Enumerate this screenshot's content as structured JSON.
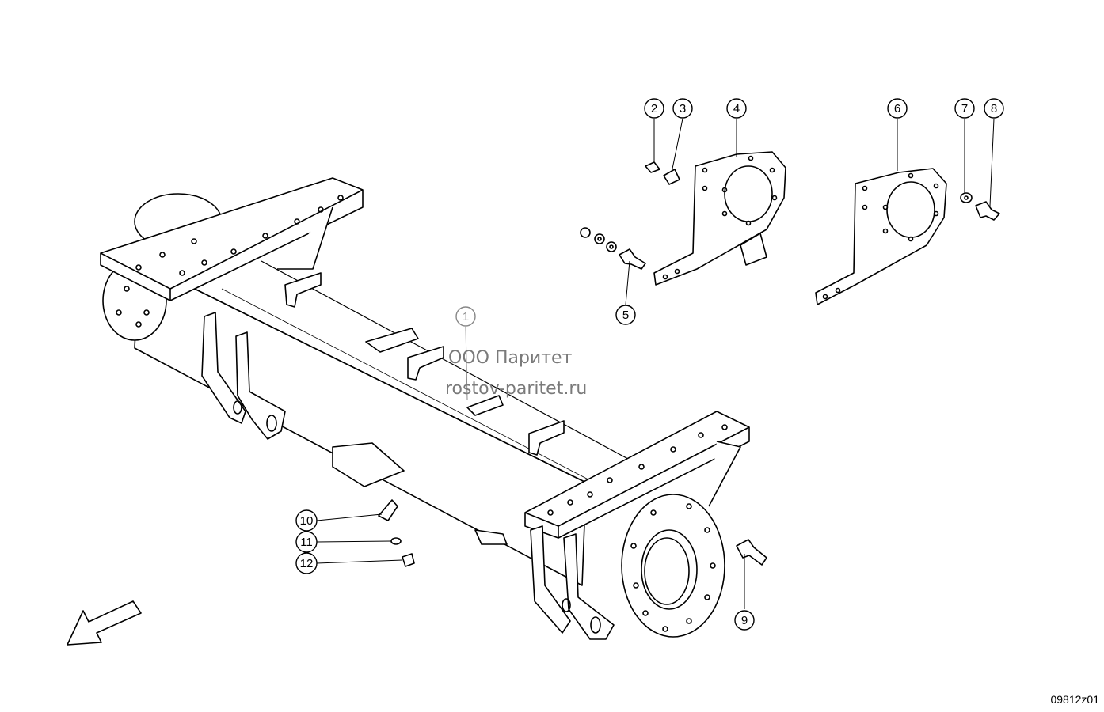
{
  "callouts": [
    "1",
    "2",
    "3",
    "4",
    "5",
    "6",
    "7",
    "8",
    "9",
    "10",
    "11",
    "12"
  ],
  "watermark": {
    "company": "ООО Паритет",
    "website": "rostov-paritet.ru"
  },
  "drawing_id": "09812z01",
  "icons": [
    "direction-arrow-icon"
  ],
  "colors": {
    "line": "#000000",
    "watermark": "#7a7a7a",
    "callout_grey": "#888888"
  }
}
